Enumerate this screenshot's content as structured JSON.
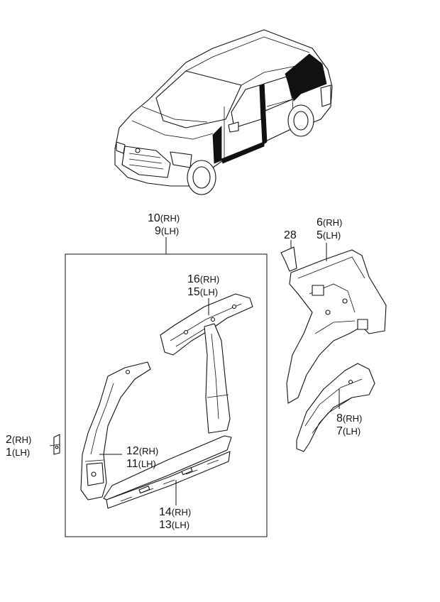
{
  "callouts": {
    "c10_9": {
      "top": "10",
      "top_side": "(RH)",
      "bottom": "9",
      "bottom_side": "(LH)"
    },
    "c6_5": {
      "top": "6",
      "top_side": "(RH)",
      "bottom": "5",
      "bottom_side": "(LH)"
    },
    "c28": {
      "label": "28"
    },
    "c16_15": {
      "top": "16",
      "top_side": "(RH)",
      "bottom": "15",
      "bottom_side": "(LH)"
    },
    "c2_1": {
      "top": "2",
      "top_side": "(RH)",
      "bottom": "1",
      "bottom_side": "(LH)"
    },
    "c12_11": {
      "top": "12",
      "top_side": "(RH)",
      "bottom": "11",
      "bottom_side": "(LH)"
    },
    "c8_7": {
      "top": "8",
      "top_side": "(RH)",
      "bottom": "7",
      "bottom_side": "(LH)"
    },
    "c14_13": {
      "top": "14",
      "top_side": "(RH)",
      "bottom": "13",
      "bottom_side": "(LH)"
    }
  }
}
